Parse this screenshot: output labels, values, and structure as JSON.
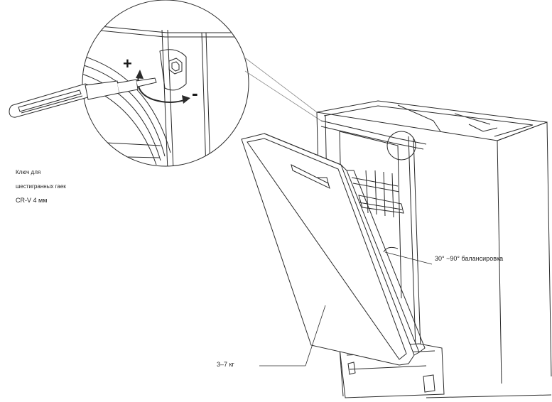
{
  "labels": {
    "wrench_line1": "Ключ для",
    "wrench_line2": "шестигранных гаек",
    "wrench_line3": "CR-V 4 мм",
    "balance": "30° ~90° балансировка",
    "weight": "3–7 кг",
    "plus": "+",
    "minus": "-"
  },
  "colors": {
    "line": "#2a2a2a",
    "light_line": "#888888",
    "background": "#ffffff"
  }
}
